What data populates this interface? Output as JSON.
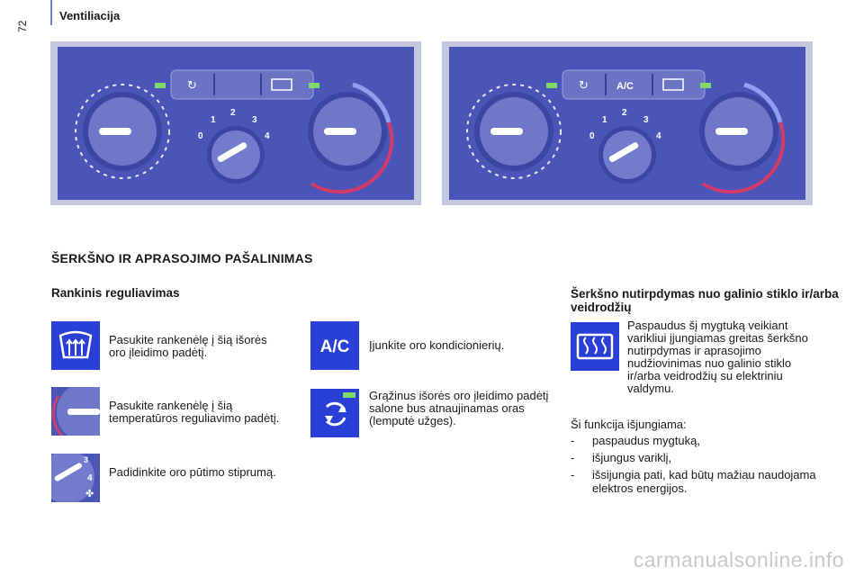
{
  "header": {
    "page_number": "72",
    "section": "Ventiliacija"
  },
  "titles": {
    "main": "ŠERKŠNO IR APRASOJIMO PAŠALINIMAS",
    "manual": "Rankinis reguliavimas",
    "rear": "Šerkšno nutirpdymas nuo galinio stiklo ir/arba veidrodžių"
  },
  "panel_labels": {
    "left_numbers": [
      "0",
      "1",
      "2",
      "3",
      "4"
    ],
    "right_ac": "A/C",
    "right_numbers": [
      "0",
      "1",
      "2",
      "3",
      "4"
    ]
  },
  "instructions": {
    "defrost": "Pasukite rankenėlę į šią išorės oro įleidimo padėtį.",
    "temperature": "Pasukite rankenėlę į šią temperatūros reguliavimo padėtį.",
    "fan": "Padidinkite oro pūtimo stiprumą.",
    "ac_label": "A/C",
    "ac": "Įjunkite oro kondicionierių.",
    "recirc": "Grąžinus išorės oro įleidimo padėtį salone bus atnaujinamas oras (lemputė užges).",
    "rear": "Paspaudus šį mygtuką veikiant varikliui įjungiamas greitas šerkšno nutirpdymas ir aprasojimo nudžiovinimas nuo galinio stiklo ir/arba veidrodžių su elektriniu valdymu."
  },
  "switch_off": {
    "intro": "Ši funkcija išjungiama:",
    "items": [
      "paspaudus mygtuką,",
      "išjungus variklį,",
      "išsijungia pati, kad būtų mažiau naudojama elektros energijos."
    ]
  },
  "watermark": "carmanualsonline.info",
  "colors": {
    "panel_blue": "#4b55b8",
    "icon_blue": "#2a3fd6",
    "indicator_green": "#7fd96a",
    "temp_red": "#d23a6a",
    "temp_blue": "#8fa0f0"
  }
}
